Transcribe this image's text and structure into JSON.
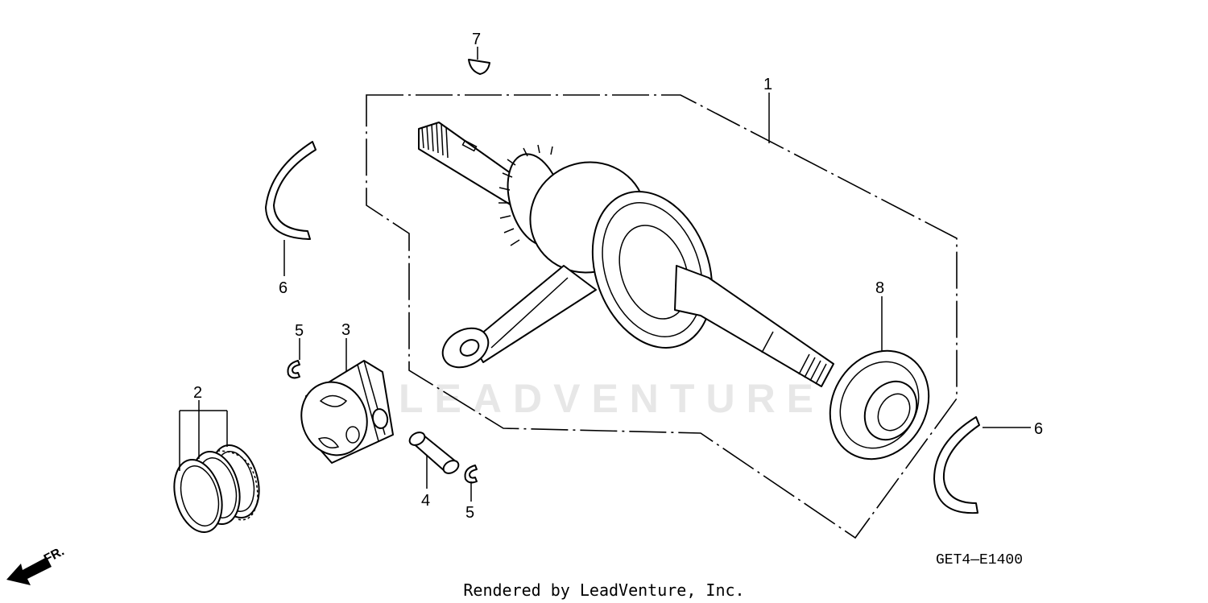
{
  "watermark": "LEADVENTURE",
  "diagram_code": "GET4—E1400",
  "footer": "Rendered by LeadVenture, Inc.",
  "direction_label": "FR.",
  "callouts": {
    "crankshaft": "1",
    "piston_rings": "2",
    "piston": "3",
    "piston_pin": "4",
    "clip_upper": "5",
    "clip_lower": "5",
    "oil_seal_left": "6",
    "oil_seal_right": "6",
    "woodruff_key": "7",
    "bearing": "8"
  }
}
